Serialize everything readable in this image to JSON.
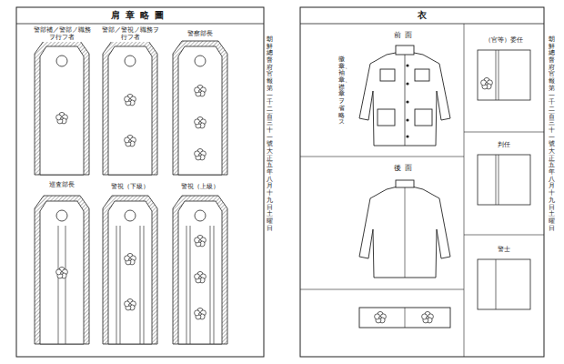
{
  "diagram": {
    "title": "肩章略圖",
    "labels": [
      "警部補／警部ノ職務ヲ行フ者",
      "警部／警視ノ職務ヲ行フ者",
      "警察部長",
      "巡査部長",
      "警視（下級）",
      "警視（上級）",
      "衣",
      "前面",
      "徽章、袖章、襟章ヲ省略ス",
      "後面",
      "（官等）委任",
      "判任",
      "警士",
      "朝鮮總督府官報　第一千二百三十一號　大正五年八月十九日　土曜日",
      "朝鮮總督府官報　第一千二百三十一號　大正五年八月十九日　土曜日"
    ]
  }
}
